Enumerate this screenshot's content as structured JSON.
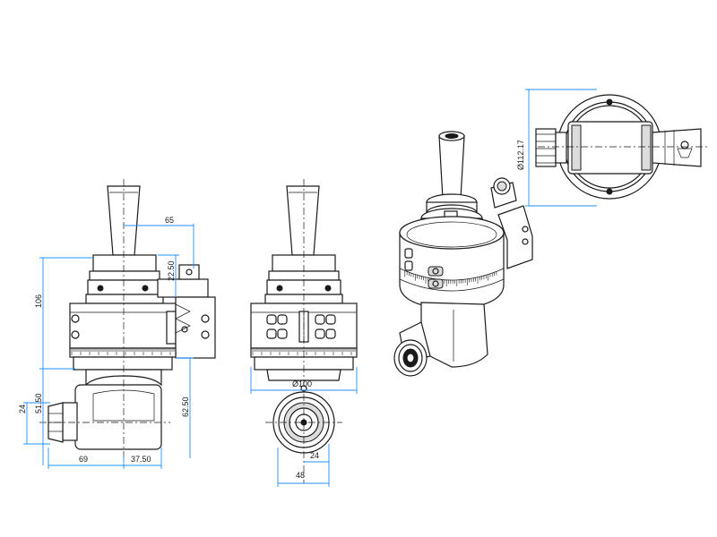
{
  "dimensions": {
    "d65": "65",
    "d22_50": "22.50",
    "d106": "106",
    "d51_50": "51.50",
    "d24_left": "24",
    "d62_50": "62.50",
    "d69": "69",
    "d37_50": "37.50",
    "d_dia100": "Ø100",
    "d24_bottom": "24",
    "d48": "48",
    "d_dia112_17": "Ø112.17"
  },
  "colors": {
    "line": "#1a1a1a",
    "dimension": "#1e90ff",
    "background": "#ffffff"
  }
}
